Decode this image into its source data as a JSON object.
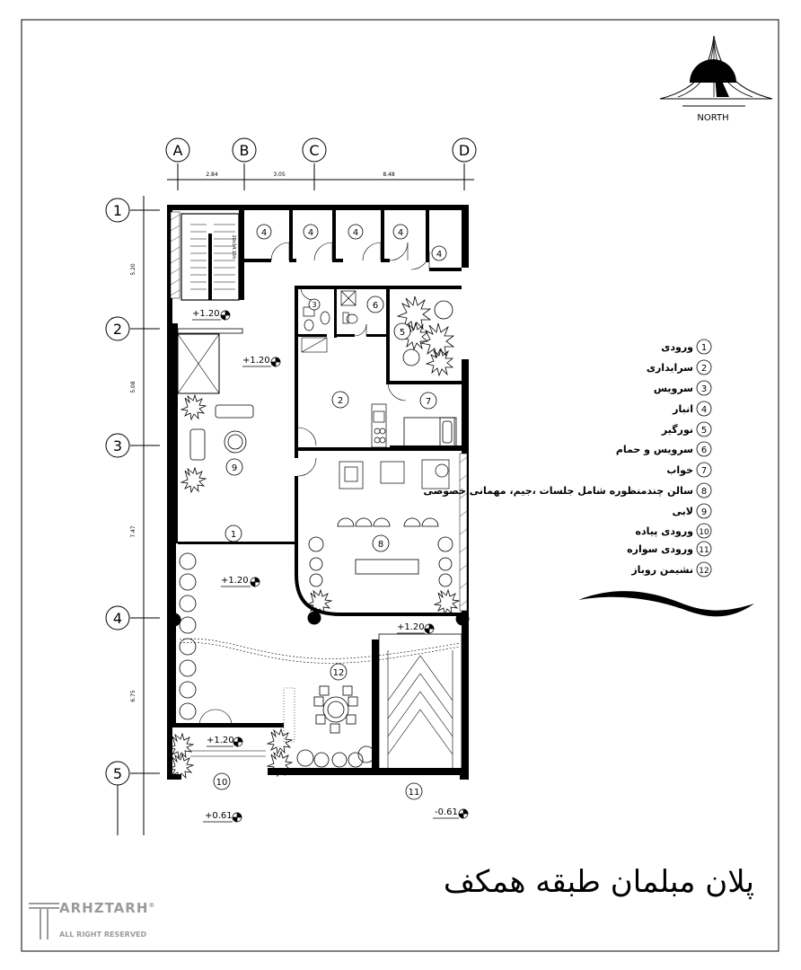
{
  "north": {
    "label": "NORTH"
  },
  "grid": {
    "columns": [
      "A",
      "B",
      "C",
      "D"
    ],
    "rows": [
      "1",
      "2",
      "3",
      "4",
      "5"
    ],
    "col_dims": [
      "2.84",
      "3.05",
      "8.48"
    ],
    "row_dims": [
      "5.20",
      "5.08",
      "7.47",
      "6.75"
    ]
  },
  "levels": {
    "stair": "+1.20",
    "hall": "+1.20",
    "entry": "+1.20",
    "terrace": "+1.20",
    "porch": "+1.20",
    "sidewalk": "+0.61",
    "street": "-0.61"
  },
  "stair_note": "20x14.15h",
  "room_tags": [
    "4",
    "4",
    "4",
    "4",
    "4",
    "3",
    "6",
    "5",
    "2",
    "7",
    "9",
    "8",
    "1",
    "12",
    "10",
    "11"
  ],
  "legend": [
    {
      "num": "1",
      "text": "ورودی"
    },
    {
      "num": "2",
      "text": "سرایداری"
    },
    {
      "num": "3",
      "text": "سرویس"
    },
    {
      "num": "4",
      "text": "انبار"
    },
    {
      "num": "5",
      "text": "نورگیر"
    },
    {
      "num": "6",
      "text": "سرویس و حمام"
    },
    {
      "num": "7",
      "text": "خواب"
    },
    {
      "num": "8",
      "text": "سالن چندمنظوره شامل جلسات ،جیم، مهمانی خصوصی"
    },
    {
      "num": "9",
      "text": "لابی"
    },
    {
      "num": "10",
      "text": "ورودی پیاده"
    },
    {
      "num": "11",
      "text": "ورودی سواره"
    },
    {
      "num": "12",
      "text": "نشیمن روباز"
    }
  ],
  "title": "پلان مبلمان طبقه همکف",
  "brand": {
    "name": "ARHZTARH",
    "sub": "ALL RIGHT RESERVED",
    "mark": "®"
  }
}
